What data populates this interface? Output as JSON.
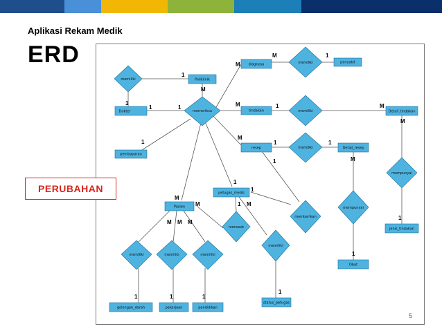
{
  "header": {
    "stripe_colors": [
      "#1f4e8c",
      "#4a90d9",
      "#f2b705",
      "#8db33a",
      "#1d7fb8",
      "#0b2f6b"
    ],
    "subtitle": "Aplikasi Rekam Medik",
    "title": "ERD"
  },
  "badge": {
    "label": "PERUBAHAN",
    "color": "#d9241c"
  },
  "page_number": "5",
  "colors": {
    "node_fill": "#4fb3e0",
    "node_stroke": "#1b6d99",
    "line": "#555555"
  },
  "diagram": {
    "entities": {
      "poliklinik": "Poliklinik",
      "diagnosa": "diagnosa",
      "penyakit": "penyakit",
      "dokter": "Dokter",
      "tindakan": "tindakan",
      "detail_tindakan": "Detail_tindakan",
      "pembayaran": "pembayaran",
      "resep": "resep",
      "detail_resep": "Detail_resep",
      "petugas_medis": "petugas_medis",
      "pasien": "Pasien",
      "jenis_tindakan": "jenis_tindakan",
      "obat": "Obat",
      "golongan_darah": "golongan_darah",
      "pekerjaan": "pekerjaan",
      "pendidikan": "pendidikan",
      "status_petugas": "status_petugas"
    },
    "relationships": {
      "memiliki_dokter_poli": "memiliki",
      "memiliki_diag_penyakit": "memiliki",
      "memeriksa": "memeriksa",
      "memiliki_tindakan": "memiliki",
      "memiliki_resep": "memiliki",
      "mempunyai_tindakan": "mempunyai",
      "mempunyai_obat": "mempunyai",
      "memberikan": "memberikan",
      "merawat": "merawat",
      "memiliki_gol": "memiliki",
      "memiliki_pek": "memiliki",
      "memiliki_pend": "memiliki",
      "memiliki_status": "memiliki"
    },
    "cardinalities": {
      "m": "M",
      "one": "1"
    }
  }
}
